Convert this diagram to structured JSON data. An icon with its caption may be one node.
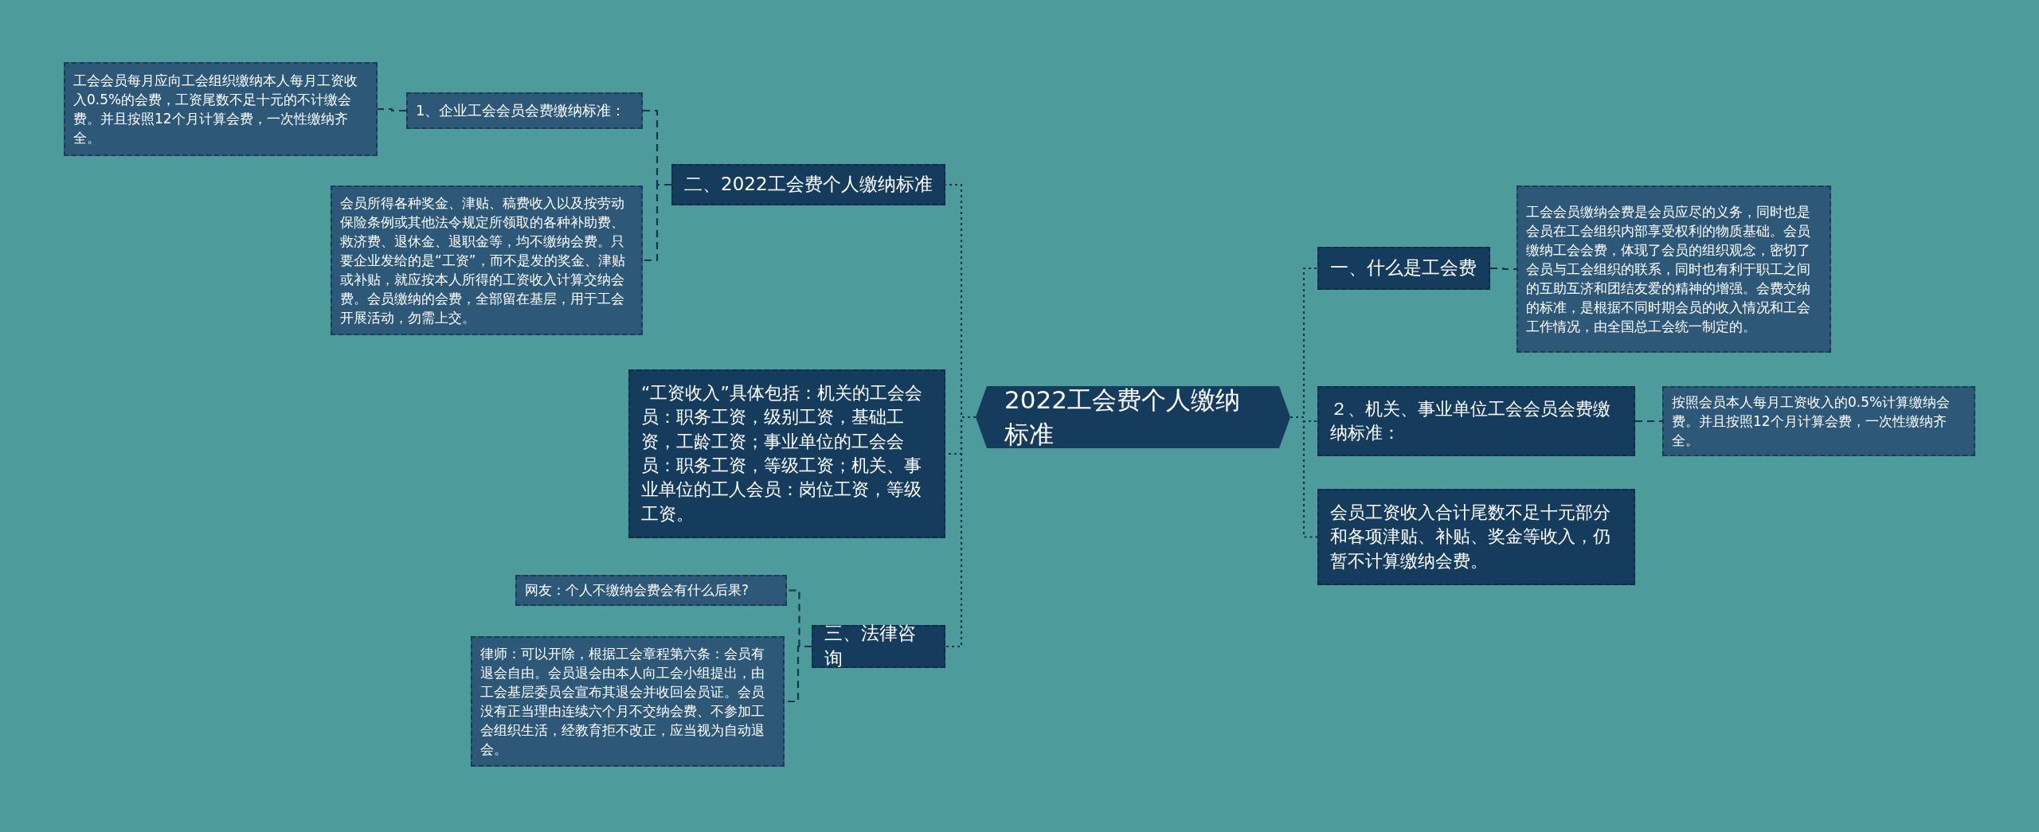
{
  "diagram": {
    "nodes": [
      {
        "text": [
          "2022工会费个人缴纳标准"
        ]
      },
      {
        "text": [
          "二、2022工会费个人缴纳标准"
        ]
      },
      {
        "text": [
          "1、企业工会会员会费缴纳标准："
        ]
      },
      {
        "text": [
          "工会会员每月应向工会组织缴纳本人每月工资收入0.5%的会费，工资尾数不足十元的不计缴会费。并且按照12个月计算会费，一次性缴纳齐全。"
        ]
      },
      {
        "text": [
          "会员所得各种奖金、津贴、稿费收入以及按劳动保险条例或其他法令规定所领取的各种补助费、救济费、退休金、退职金等，均不缴纳会费。只要企业发给的是“工资”，而不是发的奖金、津贴或补贴，就应按本人所得的工资收入计算交纳会费。会员缴纳的会费，全部留在基层，用于工会开展活动，勿需上交。"
        ]
      },
      {
        "text": [
          "“工资收入”具体包括：机关的工会会员：职务工资，级别工资，基础工资，工龄工资；事业单位的工会会员：职务工资，等级工资；机关、事业单位的工人会员：岗位工资，等级工资。"
        ]
      },
      {
        "text": [
          "三、法律咨询"
        ]
      },
      {
        "text": [
          "网友：个人不缴纳会费会有什么后果?"
        ]
      },
      {
        "text": [
          "律师：可以开除，根据工会章程第六条：会员有退会自由。会员退会由本人向工会小组提出，由工会基层委员会宣布其退会并收回会员证。会员没有正当理由连续六个月不交纳会费、不参加工会组织生活，经教育拒不改正，应当视为自动退会。"
        ]
      },
      {
        "text": [
          "一、什么是工会费"
        ]
      },
      {
        "text": [
          "工会会员缴纳会费是会员应尽的义务，同时也是会员在工会组织内部享受权利的物质基础。会员缴纳工会会费，体现了会员的组织观念，密切了会员与工会组织的联系，同时也有利于职工之间的互助互济和团结友爱的精神的增强。会费交纳的标准，是根据不同时期会员的收入情况和工会工作情况，由全国总工会统一制定的。"
        ]
      },
      {
        "text": [
          "２、机关、事业单位工会会员会费缴纳标准："
        ]
      },
      {
        "text": [
          "按照会员本人每月工资收入的0.5%计算缴纳会费。并且按照12个月计算会费，一次性缴纳齐全。"
        ]
      },
      {
        "text": [
          "会员工资收入合计尾数不足十元部分和各项津贴、补贴、奖金等收入，仍暂不计算缴纳会费。"
        ]
      }
    ],
    "edges": [
      {
        "from": 0,
        "to": 1,
        "arrow": "none"
      },
      {
        "from": 1,
        "to": 2,
        "arrow": "none",
        "style": "dashed"
      },
      {
        "from": 2,
        "to": 3,
        "arrow": "none",
        "style": "dashed"
      },
      {
        "from": 1,
        "to": 4,
        "arrow": "none",
        "style": "dashed"
      },
      {
        "from": 0,
        "to": 5,
        "arrow": "none"
      },
      {
        "from": 0,
        "to": 6,
        "arrow": "none"
      },
      {
        "from": 6,
        "to": 7,
        "arrow": "none",
        "style": "dashed"
      },
      {
        "from": 6,
        "to": 8,
        "arrow": "none",
        "style": "dashed"
      },
      {
        "from": 0,
        "to": 9,
        "arrow": "none"
      },
      {
        "from": 9,
        "to": 10,
        "arrow": "none",
        "style": "dashed"
      },
      {
        "from": 0,
        "to": 11,
        "arrow": "none"
      },
      {
        "from": 11,
        "to": 12,
        "arrow": "none",
        "style": "dashed"
      },
      {
        "from": 0,
        "to": 13,
        "arrow": "none"
      }
    ]
  }
}
